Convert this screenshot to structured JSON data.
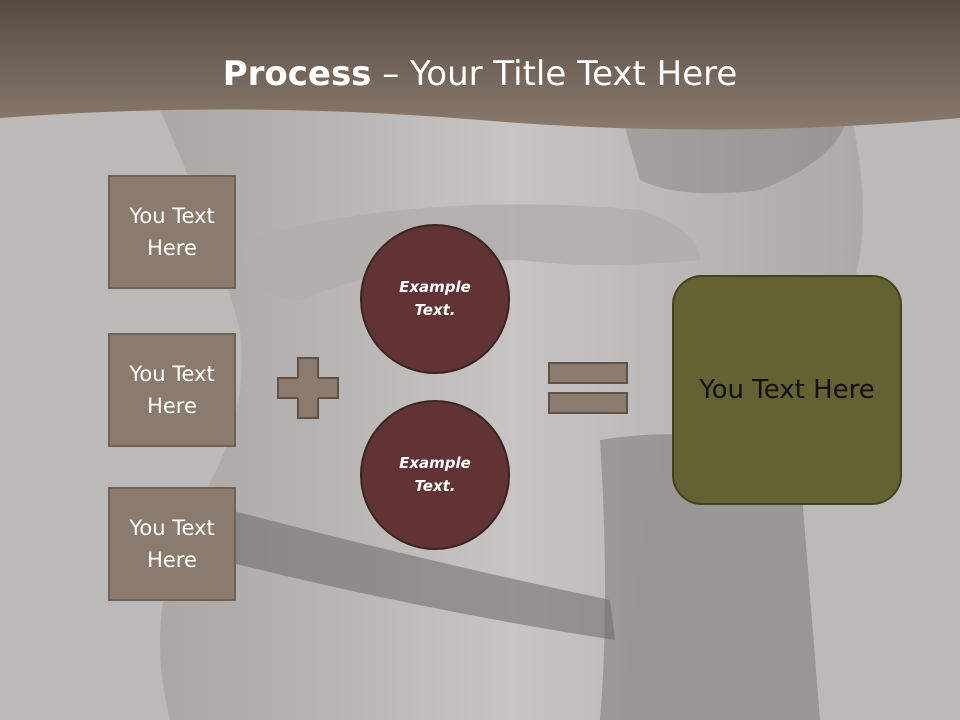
{
  "slide": {
    "title_strong": "Process",
    "title_rest": " – Your Title Text Here"
  },
  "inputs": [
    {
      "label": "You Text Here"
    },
    {
      "label": "You Text Here"
    },
    {
      "label": "You Text Here"
    }
  ],
  "operands": [
    {
      "label": "Example Text."
    },
    {
      "label": "Example Text."
    }
  ],
  "result": {
    "label": "You Text Here"
  },
  "icons": {
    "operator_1": "plus-icon",
    "operator_2": "equals-icon"
  },
  "colors": {
    "header_band": "#7d6e62",
    "input_box": "#8a7b6e",
    "operand_circle": "#623334",
    "result_box": "#646133",
    "operator_fill": "#8a7b6e"
  }
}
